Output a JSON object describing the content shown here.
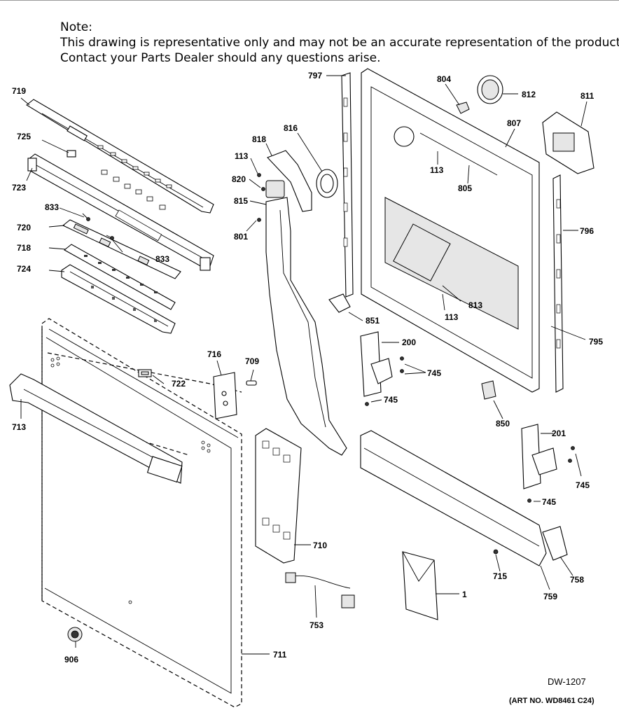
{
  "note": {
    "heading": "Note:",
    "line1": "This drawing is representative only and may not be an accurate representation of the product.",
    "line2": "Contact your Parts Dealer should any questions arise."
  },
  "footer": {
    "diagram_code": "DW-1207",
    "art_number": "(ART NO. WD8461 C24)"
  },
  "callouts": [
    "719",
    "725",
    "723",
    "833",
    "720",
    "833",
    "718",
    "724",
    "716",
    "709",
    "722",
    "713",
    "711",
    "906",
    "818",
    "816",
    "113",
    "820",
    "815",
    "801",
    "797",
    "804",
    "812",
    "811",
    "807",
    "113",
    "805",
    "796",
    "813",
    "113",
    "851",
    "795",
    "200",
    "745",
    "745",
    "850",
    "201",
    "745",
    "745",
    "710",
    "715",
    "759",
    "758",
    "1",
    "753"
  ]
}
